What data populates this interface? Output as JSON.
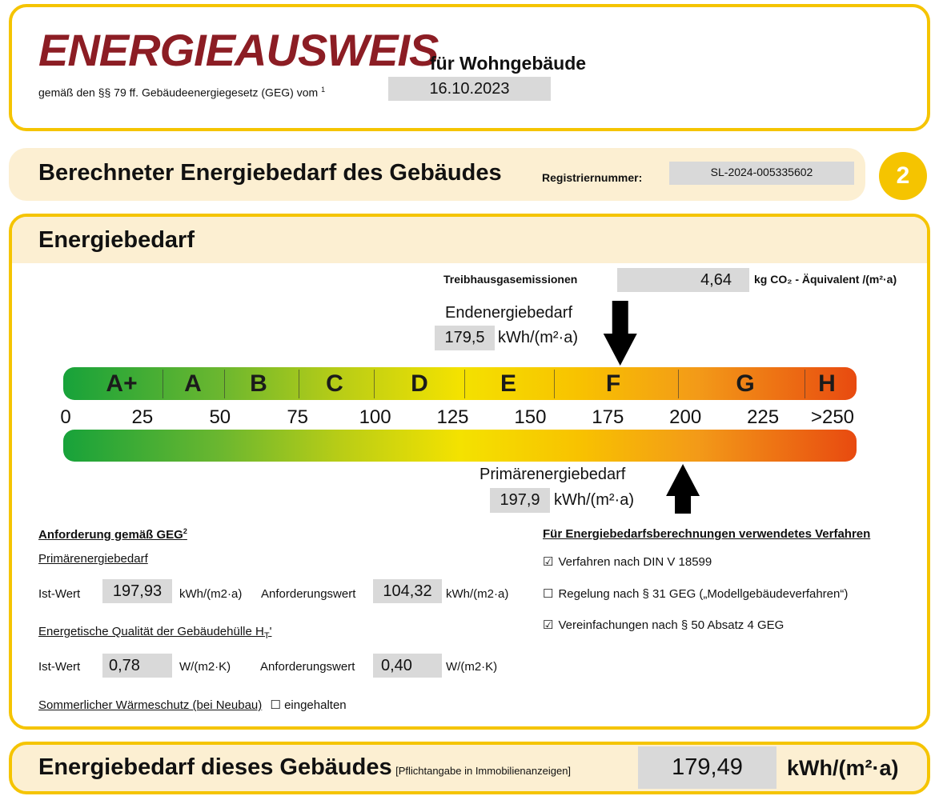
{
  "header": {
    "title": "ENERGIEAUSWEIS",
    "subtitle": "für Wohngebäude",
    "law_text": "gemäß den §§ 79 ff. Gebäudeenergiegesetz (GEG) vom",
    "law_footnote": "1",
    "date": "16.10.2023"
  },
  "section": {
    "heading": "Berechneter Energiebedarf des Gebäudes",
    "reg_label": "Registriernummer:",
    "reg_number": "SL-2024-005335602",
    "page_badge": "2"
  },
  "energiebedarf": {
    "heading": "Energiebedarf",
    "ghg_label": "Treibhausgasemissionen",
    "ghg_value": "4,64",
    "ghg_unit": "kg CO₂ - Äquivalent  /(m²·a)",
    "end_label": "Endenergiebedarf",
    "end_value": "179,5",
    "end_unit": "kWh/(m²·a)",
    "end_position": 179.5,
    "primary_label": "Primärenergiebedarf",
    "primary_value": "197,9",
    "primary_unit": "kWh/(m²·a)",
    "primary_position": 197.9,
    "classes": [
      "A+",
      "A",
      "B",
      "C",
      "D",
      "E",
      "F",
      "G",
      "H"
    ],
    "scale": [
      "0",
      "25",
      "50",
      "75",
      "100",
      "125",
      "150",
      "175",
      "200",
      "225",
      ">250"
    ]
  },
  "requirements": {
    "heading": "Anforderung gemäß GEG",
    "heading_footnote": "2",
    "primary_heading": "Primärenergiebedarf",
    "ist_label": "Ist-Wert",
    "ist_value": "197,93",
    "ist_unit": "kWh/(m2·a)",
    "anf_label": "Anforderungswert",
    "anf_value": "104,32",
    "anf_unit": "kWh/(m2·a)",
    "hull_heading": "Energetische Qualität der Gebäudehülle H",
    "hull_sub": "T",
    "hull_prime": "'",
    "hull_ist_label": "Ist-Wert",
    "hull_ist_value": "0,78",
    "hull_ist_unit": "W/(m2·K)",
    "hull_anf_label": "Anforderungswert",
    "hull_anf_value": "0,40",
    "hull_anf_unit": "W/(m2·K)",
    "summer_label": "Sommerlicher Wärmeschutz (bei Neubau)",
    "summer_check": "☐",
    "summer_text": "eingehalten"
  },
  "method": {
    "heading": "Für Energiebedarfsberechnungen verwendetes Verfahren",
    "items": [
      {
        "mark": "☑",
        "text": "Verfahren nach DIN V 18599"
      },
      {
        "mark": "☐",
        "text": "Regelung nach § 31 GEG („Modellgebäudeverfahren“)"
      },
      {
        "mark": "☑",
        "text": "Vereinfachungen nach § 50 Absatz 4 GEG"
      }
    ]
  },
  "footer": {
    "label": "Energiebedarf dieses Gebäudes",
    "note": "[Pflichtangabe in Immobilienanzeigen]",
    "value": "179,49",
    "unit": "kWh/(m²·a)"
  },
  "colors": {
    "frame": "#f5c400",
    "section_bg": "#fcefd2",
    "title": "#8c1d24"
  }
}
